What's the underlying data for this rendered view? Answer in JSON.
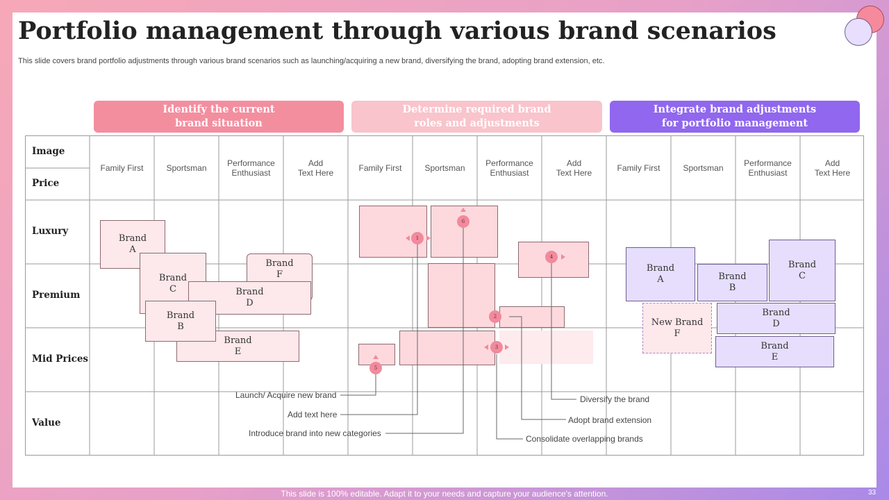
{
  "title": "Portfolio management through various brand scenarios",
  "subtitle": "This slide covers brand portfolio adjustments through various brand scenarios such as launching/acquiring a new brand, diversifying the brand, adopting brand extension, etc.",
  "headers": [
    "Identify the current\nbrand situation",
    "Determine required brand\nroles and adjustments",
    "Integrate brand adjustments\nfor portfolio management"
  ],
  "row_labels": {
    "image": "Image",
    "price": "Price",
    "luxury": "Luxury",
    "premium": "Premium",
    "mid": "Mid Prices",
    "value": "Value"
  },
  "column_labels": [
    "Family First",
    "Sportsman",
    "Performance\nEnthusiast",
    "Add\nText Here"
  ],
  "section1_brands": {
    "a": "Brand\nA",
    "c": "Brand\nC",
    "f": "Brand\nF",
    "d": "Brand\nD",
    "b": "Brand\nB",
    "e": "Brand\nE"
  },
  "section3_brands": {
    "a": "Brand\nA",
    "b": "Brand\nB",
    "c": "Brand\nC",
    "new_f": "New Brand\nF",
    "d": "Brand\nD",
    "e": "Brand\nE"
  },
  "markers": [
    "1",
    "2",
    "3",
    "4",
    "5",
    "6"
  ],
  "callouts": {
    "launch": "Launch/ Acquire new brand",
    "add_text": "Add text here",
    "introduce": "Introduce brand into new categories",
    "diversify": "Diversify the brand",
    "adopt": "Adopt brand extension",
    "consolidate": "Consolidate overlapping brands"
  },
  "colors": {
    "header1": "#f38e9f",
    "header2": "#f9c4cc",
    "header3": "#9067ee",
    "pink_box": "#fde8eb",
    "lavender_box": "#e6defc"
  },
  "footer": "This slide is 100% editable. Adapt it to your needs and capture your audience's attention.",
  "page_number": "33"
}
